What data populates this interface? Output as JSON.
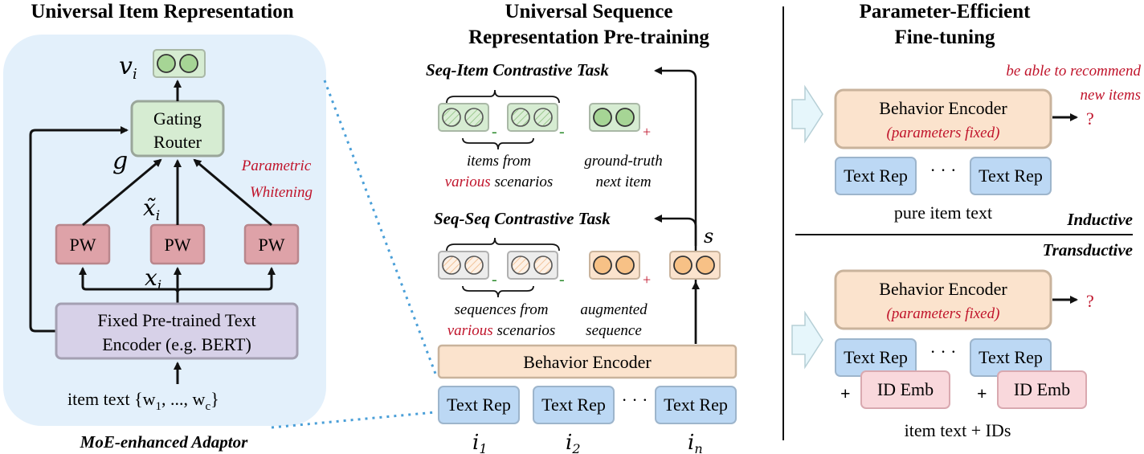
{
  "left": {
    "title": "Universal Item Representation",
    "vi": "v",
    "vi_sub": "i",
    "gating_line1": "Gating",
    "gating_line2": "Router",
    "g": "g",
    "xtilde": "x̃",
    "xtilde_sub": "i",
    "x": "x",
    "x_sub": "i",
    "param_line1": "Parametric",
    "param_line2": "Whitening",
    "pw": [
      "PW",
      "PW",
      "PW"
    ],
    "encoder_line1": "Fixed Pre-trained Text",
    "encoder_line2": "Encoder (e.g. BERT)",
    "item_text": "item text {w",
    "item_text_1": "1",
    "item_text_mid": ", ..., w",
    "item_text_c": "c",
    "item_text_end": "}",
    "caption": "MoE-enhanced Adaptor"
  },
  "middle": {
    "title_line1": "Universal Sequence",
    "title_line2": "Representation Pre-training",
    "seq_item_task": "Seq-Item Contrastive Task",
    "items_from": "items from",
    "various1": "various",
    "scenarios1": " scenarios",
    "ground_truth1": "ground-truth",
    "ground_truth2": "next item",
    "seq_seq_task": "Seq-Seq Contrastive Task",
    "s_label": "s",
    "sequences_from": "sequences from",
    "various2": "various",
    "scenarios2": " scenarios",
    "augmented1": "augmented",
    "augmented2": "sequence",
    "behavior_encoder": "Behavior Encoder",
    "text_rep": [
      "Text Rep",
      "Text Rep",
      "Text Rep"
    ],
    "dots": "· · ·",
    "i_labels": [
      "i",
      "i",
      "i"
    ],
    "i_subs": [
      "1",
      "2",
      "n"
    ],
    "minus": "-",
    "plus": "+"
  },
  "right": {
    "title_line1": "Parameter-Efficient",
    "title_line2": "Fine-tuning",
    "recommend1": "be able to recommend",
    "recommend2": "new items",
    "behavior_encoder": "Behavior Encoder",
    "params_fixed": "(parameters fixed)",
    "question": "?",
    "text_rep": "Text Rep",
    "dots": "· · ·",
    "pure_item_text": "pure item text",
    "inductive": "Inductive",
    "transductive": "Transductive",
    "id_emb": "ID Emb",
    "plus": "+",
    "item_text_ids": "item text + IDs"
  },
  "colors": {
    "blue_bg": "#e3f0fb",
    "gating_fill": "#d6ecd2",
    "pw_fill": "#dea2a8",
    "encoder_fill": "#d7d1e8",
    "behavior_fill": "#fbe3cd",
    "textrep_fill": "#bcd8f4",
    "idemb_fill": "#f9d8dc",
    "red": "#c0142b",
    "dotted_blue": "#4a9fd8"
  }
}
